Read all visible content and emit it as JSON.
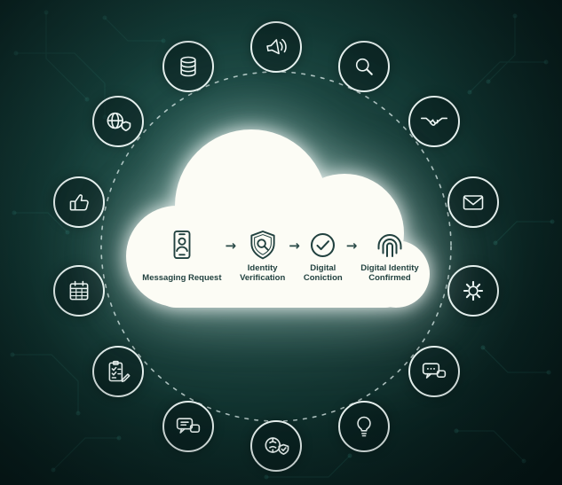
{
  "theme": {
    "background_center": "#1b4b45",
    "background_edge": "#061716",
    "circuit_trace_color": "#2e7a6f",
    "ring_dash_color": "#dfeeec",
    "icon_stroke": "#eef6f4",
    "cloud_fill": "#fcfcf5",
    "flow_ink": "#21413f"
  },
  "ring_icons": [
    {
      "name": "megaphone-icon"
    },
    {
      "name": "search-icon"
    },
    {
      "name": "handshake-icon"
    },
    {
      "name": "mail-icon"
    },
    {
      "name": "certification-seal-icon"
    },
    {
      "name": "chat-dots-icon"
    },
    {
      "name": "lightbulb-icon"
    },
    {
      "name": "brain-shield-icon"
    },
    {
      "name": "speech-bubbles-icon"
    },
    {
      "name": "checklist-icon"
    },
    {
      "name": "calendar-icon"
    },
    {
      "name": "thumbs-up-icon"
    },
    {
      "name": "globe-shield-icon"
    },
    {
      "name": "database-icon"
    }
  ],
  "flow": {
    "arrow_glyph": "→",
    "steps": [
      {
        "icon": "smartphone-user-icon",
        "lines": [
          "Messaging Request"
        ]
      },
      {
        "icon": "shield-search-icon",
        "lines": [
          "Identity",
          "Verification"
        ]
      },
      {
        "icon": "check-circle-icon",
        "lines": [
          "Digital",
          "Coniction"
        ]
      },
      {
        "icon": "fingerprint-icon",
        "lines": [
          "Digital Identity",
          "Confirmed"
        ]
      }
    ]
  }
}
